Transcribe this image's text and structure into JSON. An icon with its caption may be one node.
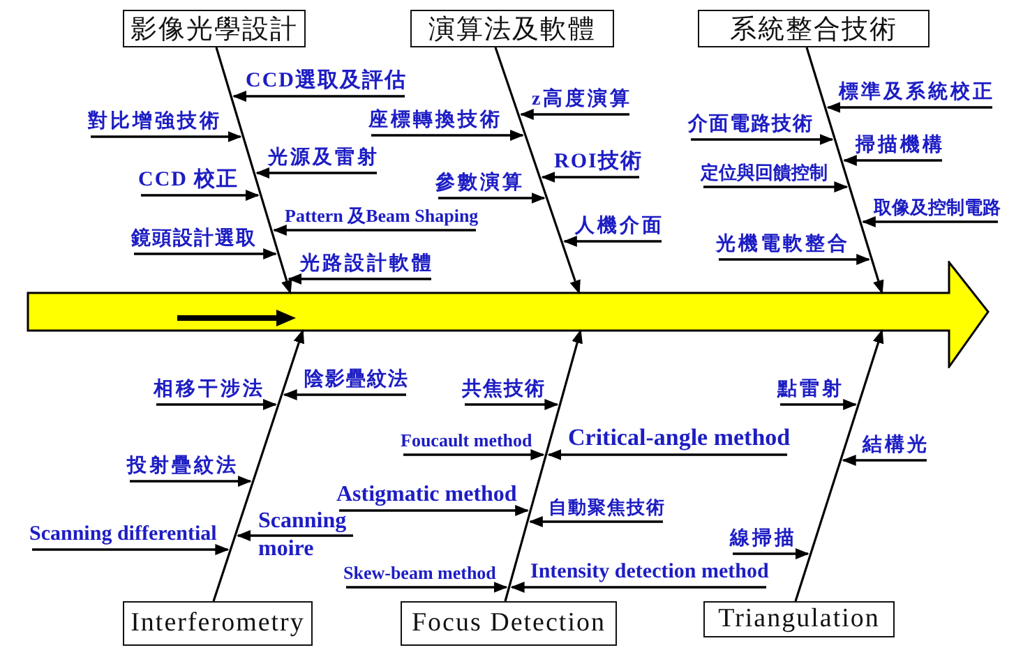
{
  "diagram": {
    "nodes": [
      {
        "text": [],
        "shape": "arrow"
      },
      {
        "text": [
          "影像光學設計"
        ]
      },
      {
        "text": [
          "演算法及軟體"
        ]
      },
      {
        "text": [
          "系統整合技術"
        ]
      },
      {
        "text": [
          "CCD選取及評估"
        ]
      },
      {
        "text": [
          "對比增強技術"
        ]
      },
      {
        "text": [
          "光源及雷射"
        ]
      },
      {
        "text": [
          "CCD 校正"
        ]
      },
      {
        "text": [
          "Pattern 及Beam Shaping"
        ]
      },
      {
        "text": [
          "鏡頭設計選取"
        ]
      },
      {
        "text": [
          "光路設計軟體"
        ]
      },
      {
        "text": [
          "z高度演算"
        ]
      },
      {
        "text": [
          "座標轉換技術"
        ]
      },
      {
        "text": [
          "ROI技術"
        ]
      },
      {
        "text": [
          "參數演算"
        ]
      },
      {
        "text": [
          "人機介面"
        ]
      },
      {
        "text": [
          "標準及系統校正"
        ]
      },
      {
        "text": [
          "介面電路技術"
        ]
      },
      {
        "text": [
          "掃描機構"
        ]
      },
      {
        "text": [
          "定位與回饋控制"
        ]
      },
      {
        "text": [
          "取像及控制電路"
        ]
      },
      {
        "text": [
          "光機電軟整合"
        ]
      },
      {
        "text": [
          "Interferometry"
        ]
      },
      {
        "text": [
          "Focus Detection"
        ]
      },
      {
        "text": [
          "Triangulation"
        ]
      },
      {
        "text": [
          "相移干涉法"
        ]
      },
      {
        "text": [
          "陰影疊紋法"
        ]
      },
      {
        "text": [
          "投射疊紋法"
        ]
      },
      {
        "text": [
          "Scanning differential"
        ]
      },
      {
        "text": [
          "Scanning moire"
        ]
      },
      {
        "text": [
          "共焦技術"
        ]
      },
      {
        "text": [
          "Foucault method"
        ]
      },
      {
        "text": [
          "Critical-angle method"
        ]
      },
      {
        "text": [
          "Astigmatic method"
        ]
      },
      {
        "text": [
          "自動聚焦技術"
        ]
      },
      {
        "text": [
          "Skew-beam method"
        ]
      },
      {
        "text": [
          "Intensity detection method"
        ]
      },
      {
        "text": [
          "點雷射"
        ]
      },
      {
        "text": [
          "結構光"
        ]
      },
      {
        "text": [
          "線掃描"
        ]
      },
      {
        "text": [],
        "shape": "line"
      },
      {
        "text": [],
        "shape": "line"
      },
      {
        "text": [],
        "shape": "line"
      },
      {
        "text": [],
        "shape": "line"
      },
      {
        "text": [],
        "shape": "line"
      },
      {
        "text": [],
        "shape": "line"
      }
    ],
    "edges": [
      {
        "from": 40,
        "to": 0,
        "arrow": "to"
      },
      {
        "from": 41,
        "to": 0,
        "arrow": "to"
      },
      {
        "from": 42,
        "to": 0,
        "arrow": "to"
      },
      {
        "from": 43,
        "to": 0,
        "arrow": "to"
      },
      {
        "from": 44,
        "to": 0,
        "arrow": "to"
      },
      {
        "from": 45,
        "to": 0,
        "arrow": "to"
      },
      {
        "from": 4,
        "to": 40,
        "arrow": "to"
      },
      {
        "from": 5,
        "to": 40,
        "arrow": "to"
      },
      {
        "from": 6,
        "to": 40,
        "arrow": "to"
      },
      {
        "from": 7,
        "to": 40,
        "arrow": "to"
      },
      {
        "from": 8,
        "to": 40,
        "arrow": "to"
      },
      {
        "from": 9,
        "to": 40,
        "arrow": "to"
      },
      {
        "from": 10,
        "to": 40,
        "arrow": "to"
      },
      {
        "from": 11,
        "to": 41,
        "arrow": "to"
      },
      {
        "from": 12,
        "to": 41,
        "arrow": "to"
      },
      {
        "from": 13,
        "to": 41,
        "arrow": "to"
      },
      {
        "from": 14,
        "to": 41,
        "arrow": "to"
      },
      {
        "from": 15,
        "to": 41,
        "arrow": "to"
      },
      {
        "from": 16,
        "to": 42,
        "arrow": "to"
      },
      {
        "from": 17,
        "to": 42,
        "arrow": "to"
      },
      {
        "from": 18,
        "to": 42,
        "arrow": "to"
      },
      {
        "from": 19,
        "to": 42,
        "arrow": "to"
      },
      {
        "from": 20,
        "to": 42,
        "arrow": "to"
      },
      {
        "from": 21,
        "to": 42,
        "arrow": "to"
      },
      {
        "from": 25,
        "to": 43,
        "arrow": "to"
      },
      {
        "from": 26,
        "to": 43,
        "arrow": "to"
      },
      {
        "from": 27,
        "to": 43,
        "arrow": "to"
      },
      {
        "from": 28,
        "to": 43,
        "arrow": "to"
      },
      {
        "from": 29,
        "to": 43,
        "arrow": "to"
      },
      {
        "from": 30,
        "to": 44,
        "arrow": "to"
      },
      {
        "from": 31,
        "to": 44,
        "arrow": "to"
      },
      {
        "from": 32,
        "to": 44,
        "arrow": "to"
      },
      {
        "from": 33,
        "to": 44,
        "arrow": "to"
      },
      {
        "from": 34,
        "to": 44,
        "arrow": "to"
      },
      {
        "from": 35,
        "to": 44,
        "arrow": "to"
      },
      {
        "from": 36,
        "to": 44,
        "arrow": "to"
      },
      {
        "from": 37,
        "to": 45,
        "arrow": "to"
      },
      {
        "from": 38,
        "to": 45,
        "arrow": "to"
      },
      {
        "from": 39,
        "to": 45,
        "arrow": "to"
      }
    ]
  }
}
